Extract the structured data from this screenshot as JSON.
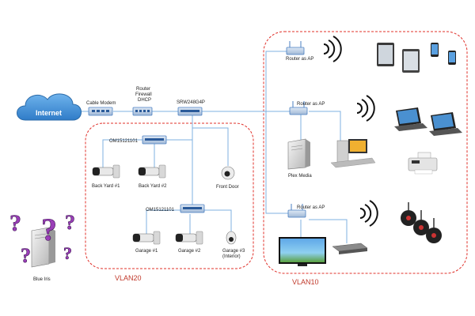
{
  "nodes": {
    "internet": "Internet",
    "cable_modem": "Cable Modem",
    "router_l1": "Router",
    "router_l2": "Firewall",
    "router_l3": "DHCP",
    "main_switch": "SRW248G4P",
    "switch_vlan20_top": "OM15121101",
    "switch_vlan20_bottom": "OM15121101",
    "cam_backyard1": "Back Yard #1",
    "cam_backyard2": "Back Yard #2",
    "cam_frontdoor": "Front Door",
    "cam_garage1": "Garage #1",
    "cam_garage2": "Garage #2",
    "cam_garage3_l1": "Garage #3",
    "cam_garage3_l2": "(Interior)",
    "ap1": "Router as AP",
    "ap2": "Router as AP",
    "ap3": "Router as AP",
    "plex": "Plex Media",
    "blue_iris": "Blue Iris"
  },
  "zones": {
    "vlan20": "VLAN20",
    "vlan10": "VLAN10"
  },
  "colors": {
    "cloud": "#3b8fd6",
    "link": "#7fb0e0",
    "zone_border": "#e0302a",
    "zone_label": "#c0392b",
    "switch": "#4a7fc1",
    "question": "#9b3fb8"
  },
  "icons": {
    "question": "?"
  }
}
